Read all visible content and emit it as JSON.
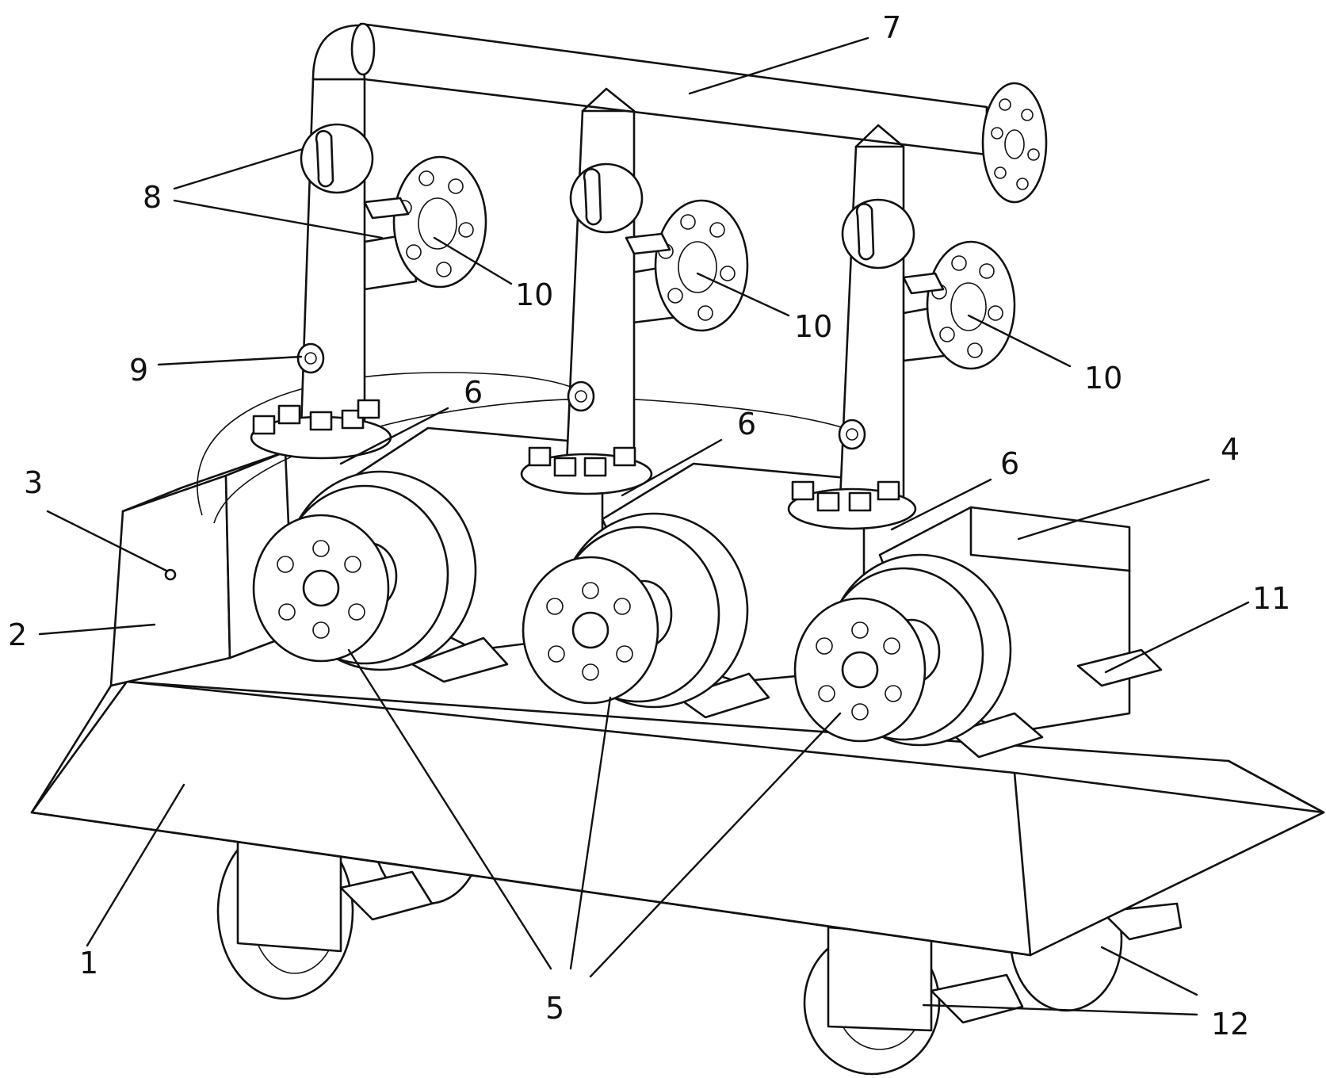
{
  "labels": {
    "l1": "1",
    "l2": "2",
    "l3": "3",
    "l4": "4",
    "l5": "5",
    "l6a": "6",
    "l6b": "6",
    "l6c": "6",
    "l7": "7",
    "l8": "8",
    "l9": "9",
    "l10a": "10",
    "l10b": "10",
    "l10c": "10",
    "l11": "11",
    "l12": "12"
  }
}
